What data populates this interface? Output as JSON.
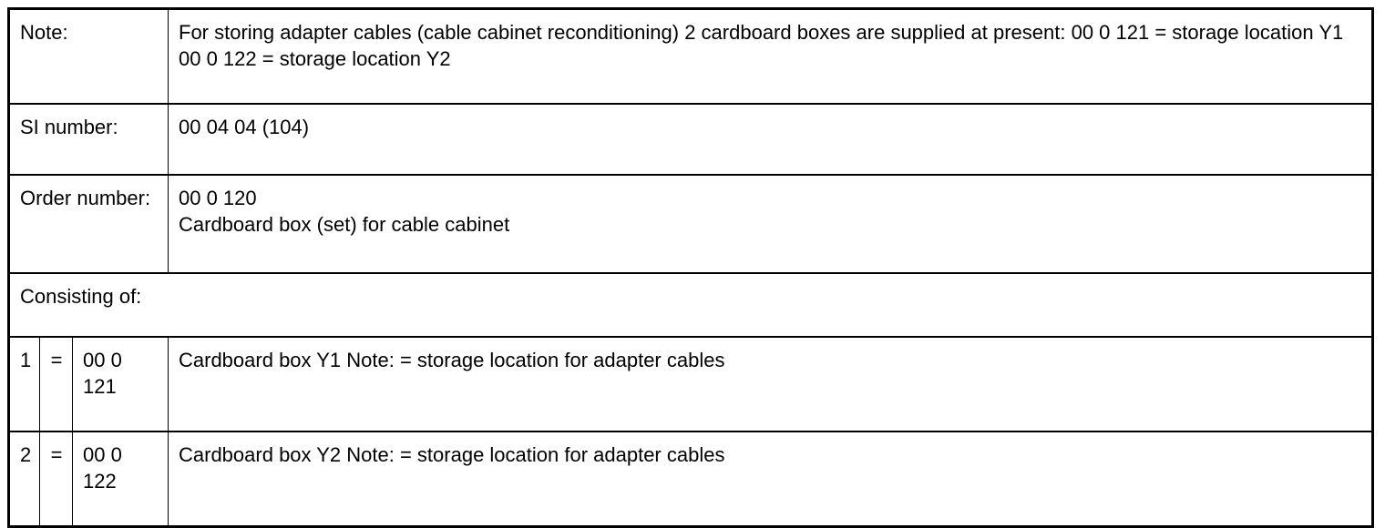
{
  "document": {
    "type": "specification-table",
    "colors": {
      "text": "#000000",
      "border": "#000000",
      "background": "#ffffff"
    }
  },
  "table": {
    "rows": [
      {
        "kind": "label-value",
        "label": "Note:",
        "value": "For storing adapter cables (cable cabinet reconditioning) 2 cardboard boxes are supplied at present: 00 0 121 = storage location Y1 00 0 122 = storage location Y2"
      },
      {
        "kind": "label-value",
        "label": "SI number:",
        "value": "00 04 04 (104)"
      },
      {
        "kind": "label-value",
        "label": "Order number:",
        "value_line1": "00 0 120",
        "value_line2": "Cardboard box (set) for cable cabinet"
      },
      {
        "kind": "full-width",
        "label": "Consisting of:"
      }
    ],
    "items": [
      {
        "index": "1",
        "equals": "=",
        "order_number": "00 0 121",
        "description": "Cardboard box Y1 Note: = storage location for adapter cables"
      },
      {
        "index": "2",
        "equals": "=",
        "order_number": "00 0 122",
        "description": "Cardboard box Y2 Note: = storage location for adapter cables"
      }
    ]
  }
}
